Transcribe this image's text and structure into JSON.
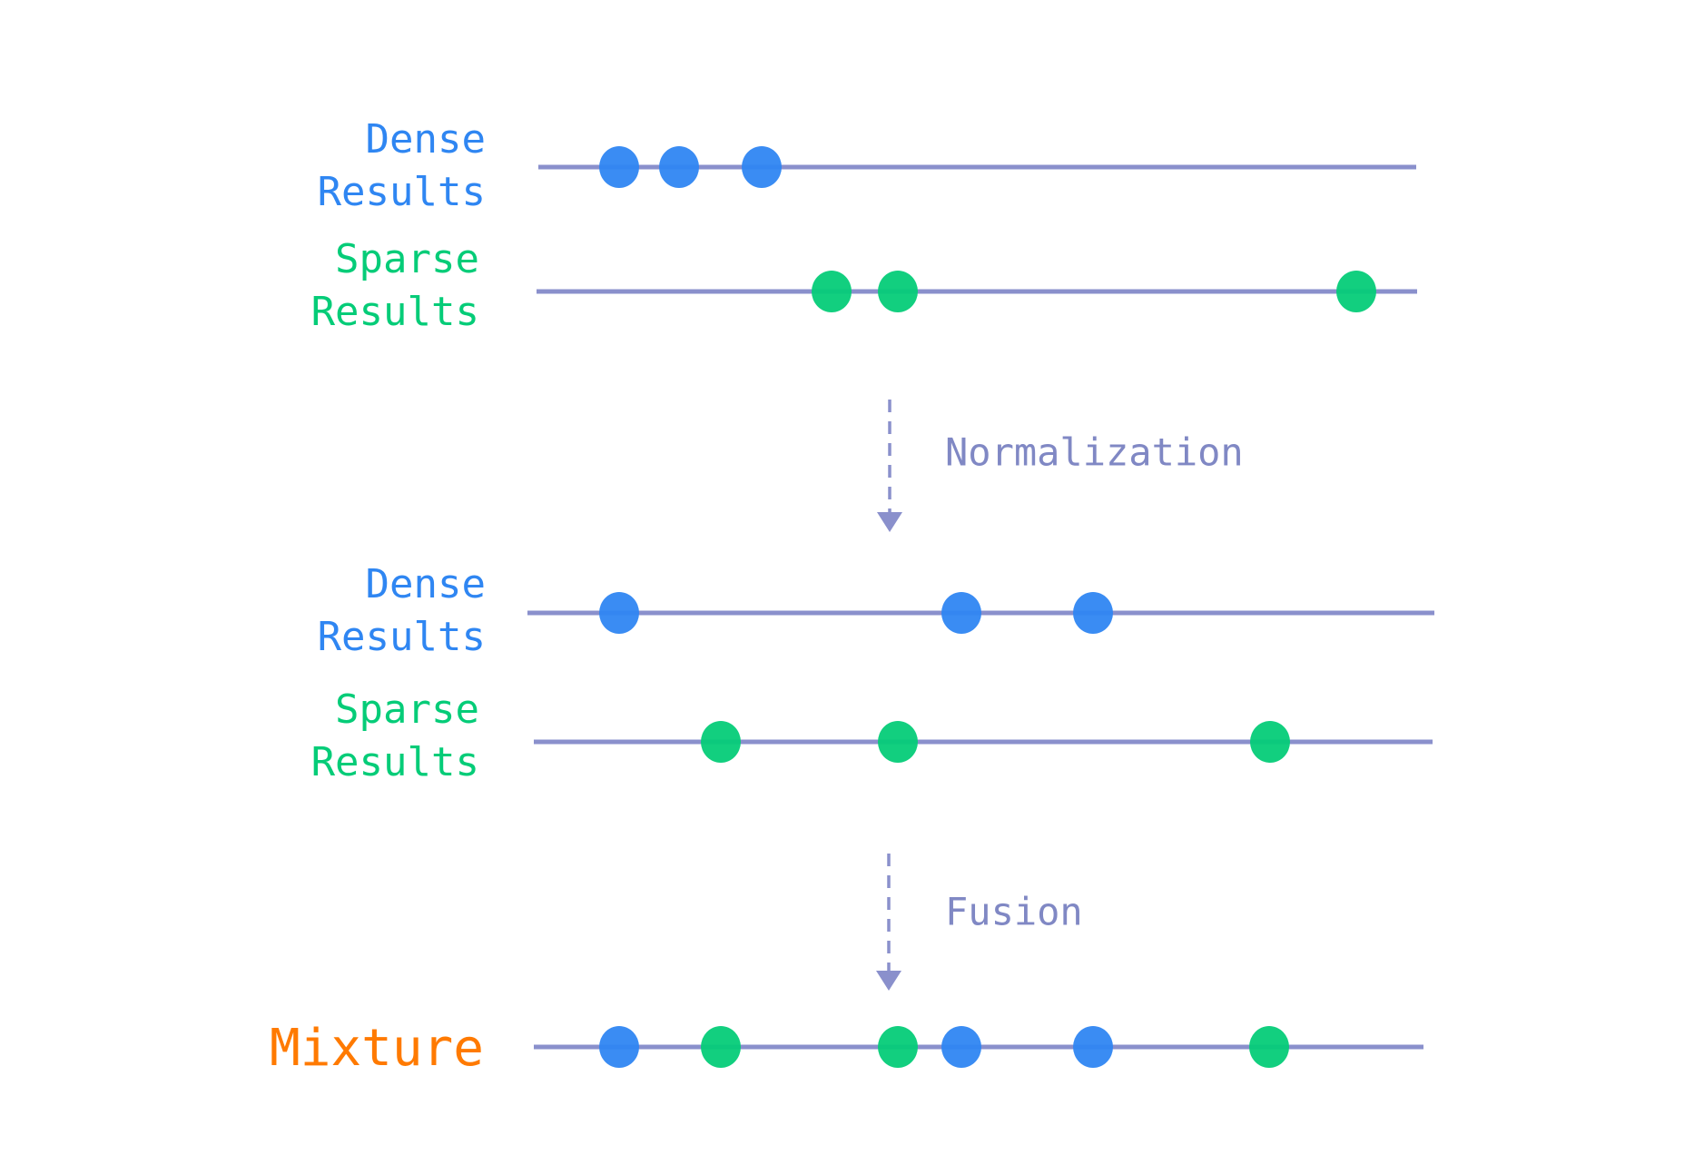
{
  "colors": {
    "dense": "#2f86f2",
    "sparse": "#05cc78",
    "mixture": "#ff7a00",
    "line": "#8a90cc",
    "arrow": "#8a90cc"
  },
  "rows": [
    {
      "label_1": "Dense",
      "label_2": "Results",
      "kind": "dense"
    },
    {
      "label_1": "Sparse",
      "label_2": "Results",
      "kind": "sparse"
    },
    {
      "label_1": "Dense",
      "label_2": "Results",
      "kind": "dense"
    },
    {
      "label_1": "Sparse",
      "label_2": "Results",
      "kind": "sparse"
    },
    {
      "label_1": "Mixture",
      "kind": "mixture"
    }
  ],
  "steps": {
    "normalization": "Normalization",
    "fusion": "Fusion"
  }
}
